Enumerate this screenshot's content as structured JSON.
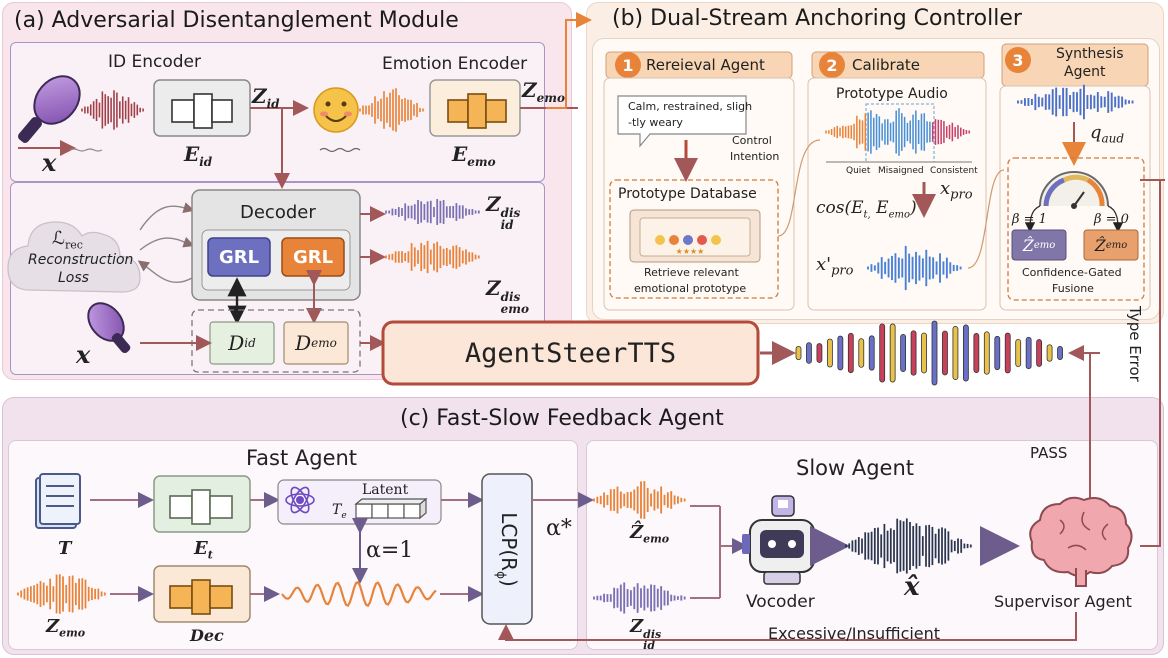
{
  "panel_a": {
    "title": "(a) Adversarial Disentanglement Module",
    "id_encoder": "ID Encoder",
    "emotion_encoder": "Emotion Encoder",
    "z_id": "Z",
    "z_id_sub": "id",
    "e_id": "E",
    "e_id_sub": "id",
    "z_emo": "Z",
    "z_emo_sub": "emo",
    "e_emo": "E",
    "e_emo_sub": "emo",
    "x": "x",
    "decoder": "Decoder",
    "grl1": "GRL",
    "grl2": "GRL",
    "z_id_dis": "Z",
    "z_id_dis_sub": "id",
    "z_id_dis_sup": "dis",
    "z_emo_dis": "Z",
    "z_emo_dis_sub": "emo",
    "z_emo_dis_sup": "dis",
    "loss_symbol": "ℒ",
    "loss_sub": "rec",
    "loss_line1": "Reconstruction",
    "loss_line2": "Loss",
    "d_id": "D",
    "d_id_sub": "id",
    "d_emo": "D",
    "d_emo_sub": "emo"
  },
  "center_label": "AgentSteerTTS",
  "panel_b": {
    "title": "(b) Dual-Stream Anchoring Controller",
    "step1_num": "1",
    "step1_label": "Rereieval Agent",
    "step2_num": "2",
    "step2_label": "Calibrate",
    "step3_num": "3",
    "step3_label_1": "Synthesis",
    "step3_label_2": "Agent",
    "intention_text_1": "Calm, restrained, sligh",
    "intention_text_2": "-tly weary",
    "control_1": "Control",
    "control_2": "Intention",
    "prototype_db": "Prototype Database",
    "retrieve_1": "Retrieve relevant",
    "retrieve_2": "emotional prototype",
    "prototype_audio": "Prototype Audio",
    "quiet": "Quiet",
    "misaligned": "Misaigned",
    "consistent": "Consistent",
    "x_pro": "x",
    "x_pro_sub": "pro",
    "cos": "cos(E",
    "cos_sub1": "t,",
    "cos_mid": " E",
    "cos_sub2": "emo",
    "cos_end": ")",
    "x_pro2": "x'",
    "x_pro2_sub": "pro",
    "q_aud": "q",
    "q_aud_sub": "aud",
    "beta1": "β = 1",
    "beta0": "β = 0",
    "zemo_hat": "Ẑ",
    "zemo_hat_sub": "emo",
    "fusion_1": "Confidence-Gated",
    "fusion_2": "Fusione"
  },
  "panel_c": {
    "title": "(c) Fast-Slow Feedback Agent",
    "fast_agent": "Fast Agent",
    "slow_agent": "Slow Agent",
    "t": "T",
    "e_t": "E",
    "e_t_sub": "t",
    "latent": "Latent",
    "t_e": "T",
    "t_e_sub": "e",
    "alpha1": "α=1",
    "z_emo": "Z",
    "z_emo_sub": "emo",
    "dec": "Dec",
    "lcp": "LCP(R",
    "lcp_sub": "ϕ",
    "lcp_end": ")",
    "alpha_star": "α*",
    "zhat_emo": "Ẑ",
    "zhat_emo_sub": "emo",
    "z_id_dis": "Z",
    "z_id_dis_sub": "id",
    "z_id_dis_sup": "dis",
    "vocoder": "Vocoder",
    "xhat": "x̂",
    "supervisor": "Supervisor Agent",
    "pass": "PASS",
    "type_error": "Type Error",
    "excessive": "Excessive/Insufficient"
  },
  "colors": {
    "panel_a_bg": "#f8e6ec",
    "panel_b_bg": "#fbeee4",
    "panel_c_bg": "#f1e2ee",
    "arrow": "#a25858",
    "orange": "#e8833a",
    "purple": "#6d68b8"
  },
  "icons": [
    "microphone-icon",
    "encoder-icon",
    "smiley-icon",
    "cloud-icon",
    "brain-icon",
    "robot-icon",
    "document-icon",
    "atom-icon",
    "gauge-icon"
  ]
}
